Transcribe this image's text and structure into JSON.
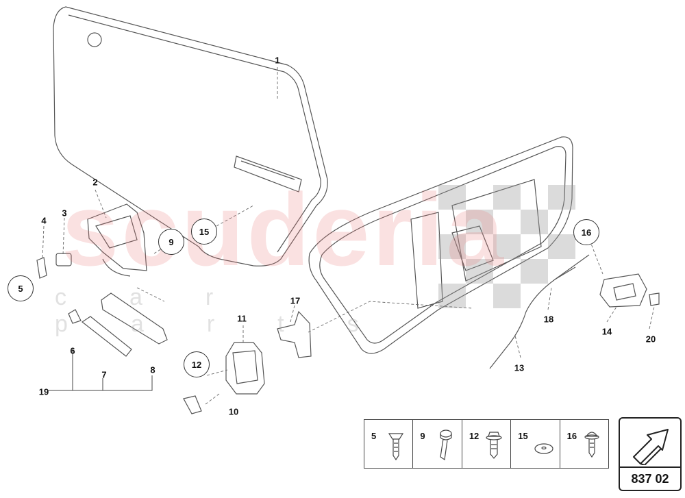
{
  "diagram": {
    "callouts": [
      {
        "id": "1",
        "text": "1"
      },
      {
        "id": "2",
        "text": "2"
      },
      {
        "id": "3",
        "text": "3"
      },
      {
        "id": "4",
        "text": "4"
      },
      {
        "id": "6",
        "text": "6"
      },
      {
        "id": "7",
        "text": "7"
      },
      {
        "id": "8",
        "text": "8"
      },
      {
        "id": "10",
        "text": "10"
      },
      {
        "id": "11",
        "text": "11"
      },
      {
        "id": "13",
        "text": "13"
      },
      {
        "id": "14",
        "text": "14"
      },
      {
        "id": "17",
        "text": "17"
      },
      {
        "id": "18",
        "text": "18"
      },
      {
        "id": "19",
        "text": "19"
      },
      {
        "id": "20",
        "text": "20"
      }
    ],
    "circled_callouts": [
      {
        "id": "5",
        "text": "5"
      },
      {
        "id": "9",
        "text": "9"
      },
      {
        "id": "12",
        "text": "12"
      },
      {
        "id": "15",
        "text": "15"
      },
      {
        "id": "16",
        "text": "16"
      }
    ]
  },
  "hardware_table": [
    {
      "number": "5",
      "icon": "countersunk-screw-icon"
    },
    {
      "number": "9",
      "icon": "hex-bolt-icon"
    },
    {
      "number": "12",
      "icon": "flange-bolt-icon"
    },
    {
      "number": "15",
      "icon": "washer-icon"
    },
    {
      "number": "16",
      "icon": "torx-bolt-icon"
    }
  ],
  "reference": {
    "code": "837 02",
    "icon": "next-page-arrow-icon"
  },
  "watermark": {
    "main": "scuderia",
    "sub": "car parts"
  },
  "colors": {
    "line": "#444444",
    "watermark": "#e67878"
  }
}
